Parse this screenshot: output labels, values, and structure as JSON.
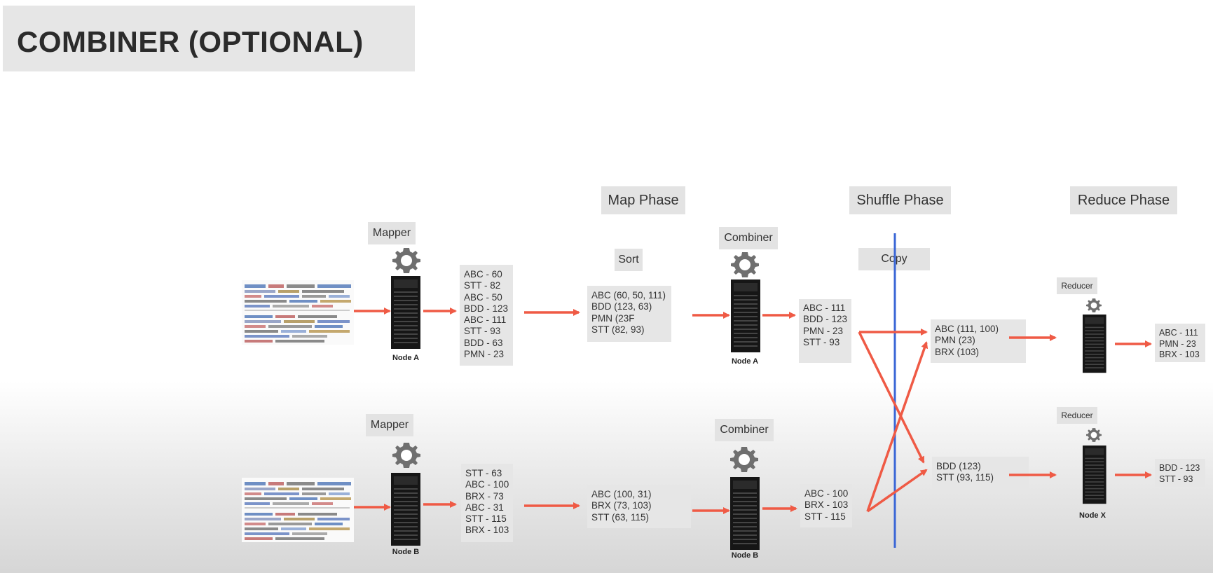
{
  "title": "COMBINER (OPTIONAL)",
  "phases": {
    "map": "Map Phase",
    "shuffle": "Shuffle Phase",
    "reduce": "Reduce Phase"
  },
  "labels": {
    "mapper_a": "Mapper",
    "mapper_b": "Mapper",
    "sort": "Sort",
    "combiner_a": "Combiner",
    "combiner_b": "Combiner",
    "copy": "Copy",
    "reducer_1": "Reducer",
    "reducer_2": "Reducer"
  },
  "nodes": {
    "mapper_a": "Node A",
    "mapper_b": "Node B",
    "combiner_a": "Node A",
    "combiner_b": "Node B",
    "reducer_2": "Node X"
  },
  "row_a": {
    "map_output": [
      "ABC - 60",
      "STT - 82",
      "ABC - 50",
      "BDD - 123",
      "ABC - 111",
      "STT - 93",
      "BDD - 63",
      "PMN - 23"
    ],
    "sorted": [
      "ABC (60, 50, 111)",
      "BDD (123, 63)",
      "PMN (23F",
      "STT (82, 93)"
    ],
    "combined": [
      "ABC - 111",
      "BDD - 123",
      "PMN - 23",
      "STT - 93"
    ],
    "shuffled": [
      "ABC (111, 100)",
      "PMN (23)",
      "BRX (103)"
    ],
    "reduced": [
      "ABC - 111",
      "PMN - 23",
      "BRX - 103"
    ]
  },
  "row_b": {
    "map_output": [
      "STT - 63",
      "ABC - 100",
      "BRX - 73",
      "ABC - 31",
      "STT - 115",
      "BRX - 103"
    ],
    "sorted": [
      "ABC (100, 31)",
      "BRX (73, 103)",
      "STT (63, 115)"
    ],
    "combined": [
      "ABC - 100",
      "BRX - 103",
      "STT - 115"
    ],
    "shuffled": [
      "BDD (123)",
      "STT (93, 115)"
    ],
    "reduced": [
      "BDD - 123",
      "STT - 93"
    ]
  },
  "colors": {
    "arrow": "#ef5a45",
    "divider": "#3a66d6",
    "label_bg": "#e3e3e3",
    "server": "#1a1a1a",
    "gear": "#6f6f6f"
  },
  "icons": {
    "gear": "gear-icon",
    "server": "server-icon",
    "document": "document-icon"
  }
}
